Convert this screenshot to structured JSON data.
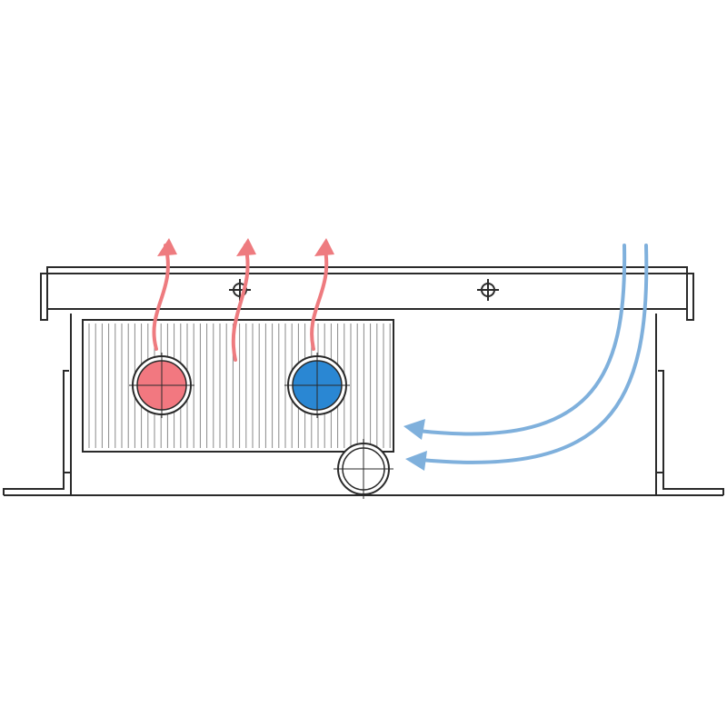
{
  "diagram": {
    "subject": "trench-convector-cross-section",
    "colors": {
      "background": "#ffffff",
      "outline": "#2a2a2a",
      "fin_line": "#8a8a8a",
      "warm_air": "#ee7b7f",
      "cool_air": "#7fb0dc",
      "supply_pipe": "#f27880",
      "return_pipe": "#2a87d3"
    },
    "parts": {
      "grille": "top-grille",
      "heat_exchanger": "finned-heat-exchanger",
      "supply_pipe": "red-hot-water-pipe",
      "return_pipe": "blue-return-pipe",
      "drain_pipe": "bottom-drain-pipe",
      "trench": "trench-housing"
    }
  }
}
